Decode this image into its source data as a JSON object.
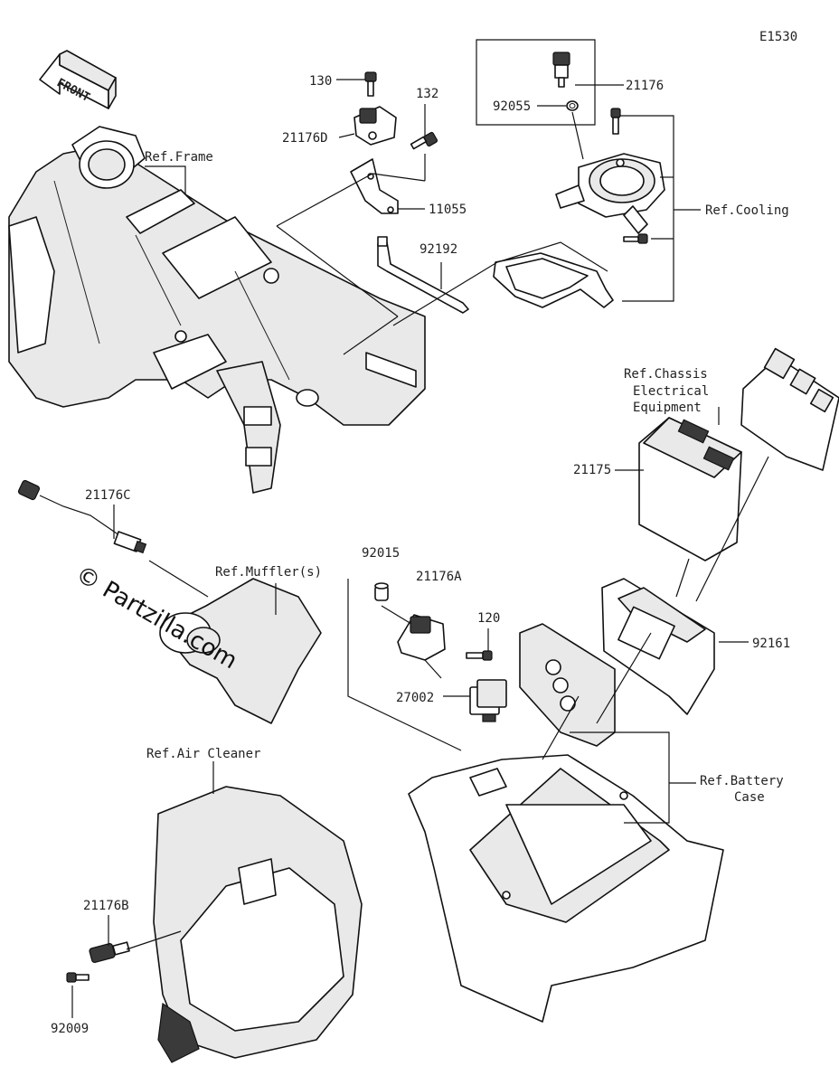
{
  "diagram_id": "E1530",
  "watermark": "© Partzilla.com",
  "front_label": "FRONT",
  "parts": {
    "p130": "130",
    "p132": "132",
    "p21176D": "21176D",
    "p11055": "11055",
    "p92192": "92192",
    "p21176": "21176",
    "p92055": "92055",
    "p21176C": "21176C",
    "p21175": "21175",
    "p92015": "92015",
    "p21176A": "21176A",
    "p120": "120",
    "p92161": "92161",
    "p27002": "27002",
    "p21176B": "21176B",
    "p92009": "92009"
  },
  "refs": {
    "frame": "Ref.Frame",
    "cooling": "Ref.Cooling",
    "chassis": [
      "Ref.Chassis",
      "Electrical",
      "Equipment"
    ],
    "muffler": "Ref.Muffler(s)",
    "battery": [
      "Ref.Battery",
      "Case"
    ],
    "air_cleaner": "Ref.Air Cleaner"
  }
}
